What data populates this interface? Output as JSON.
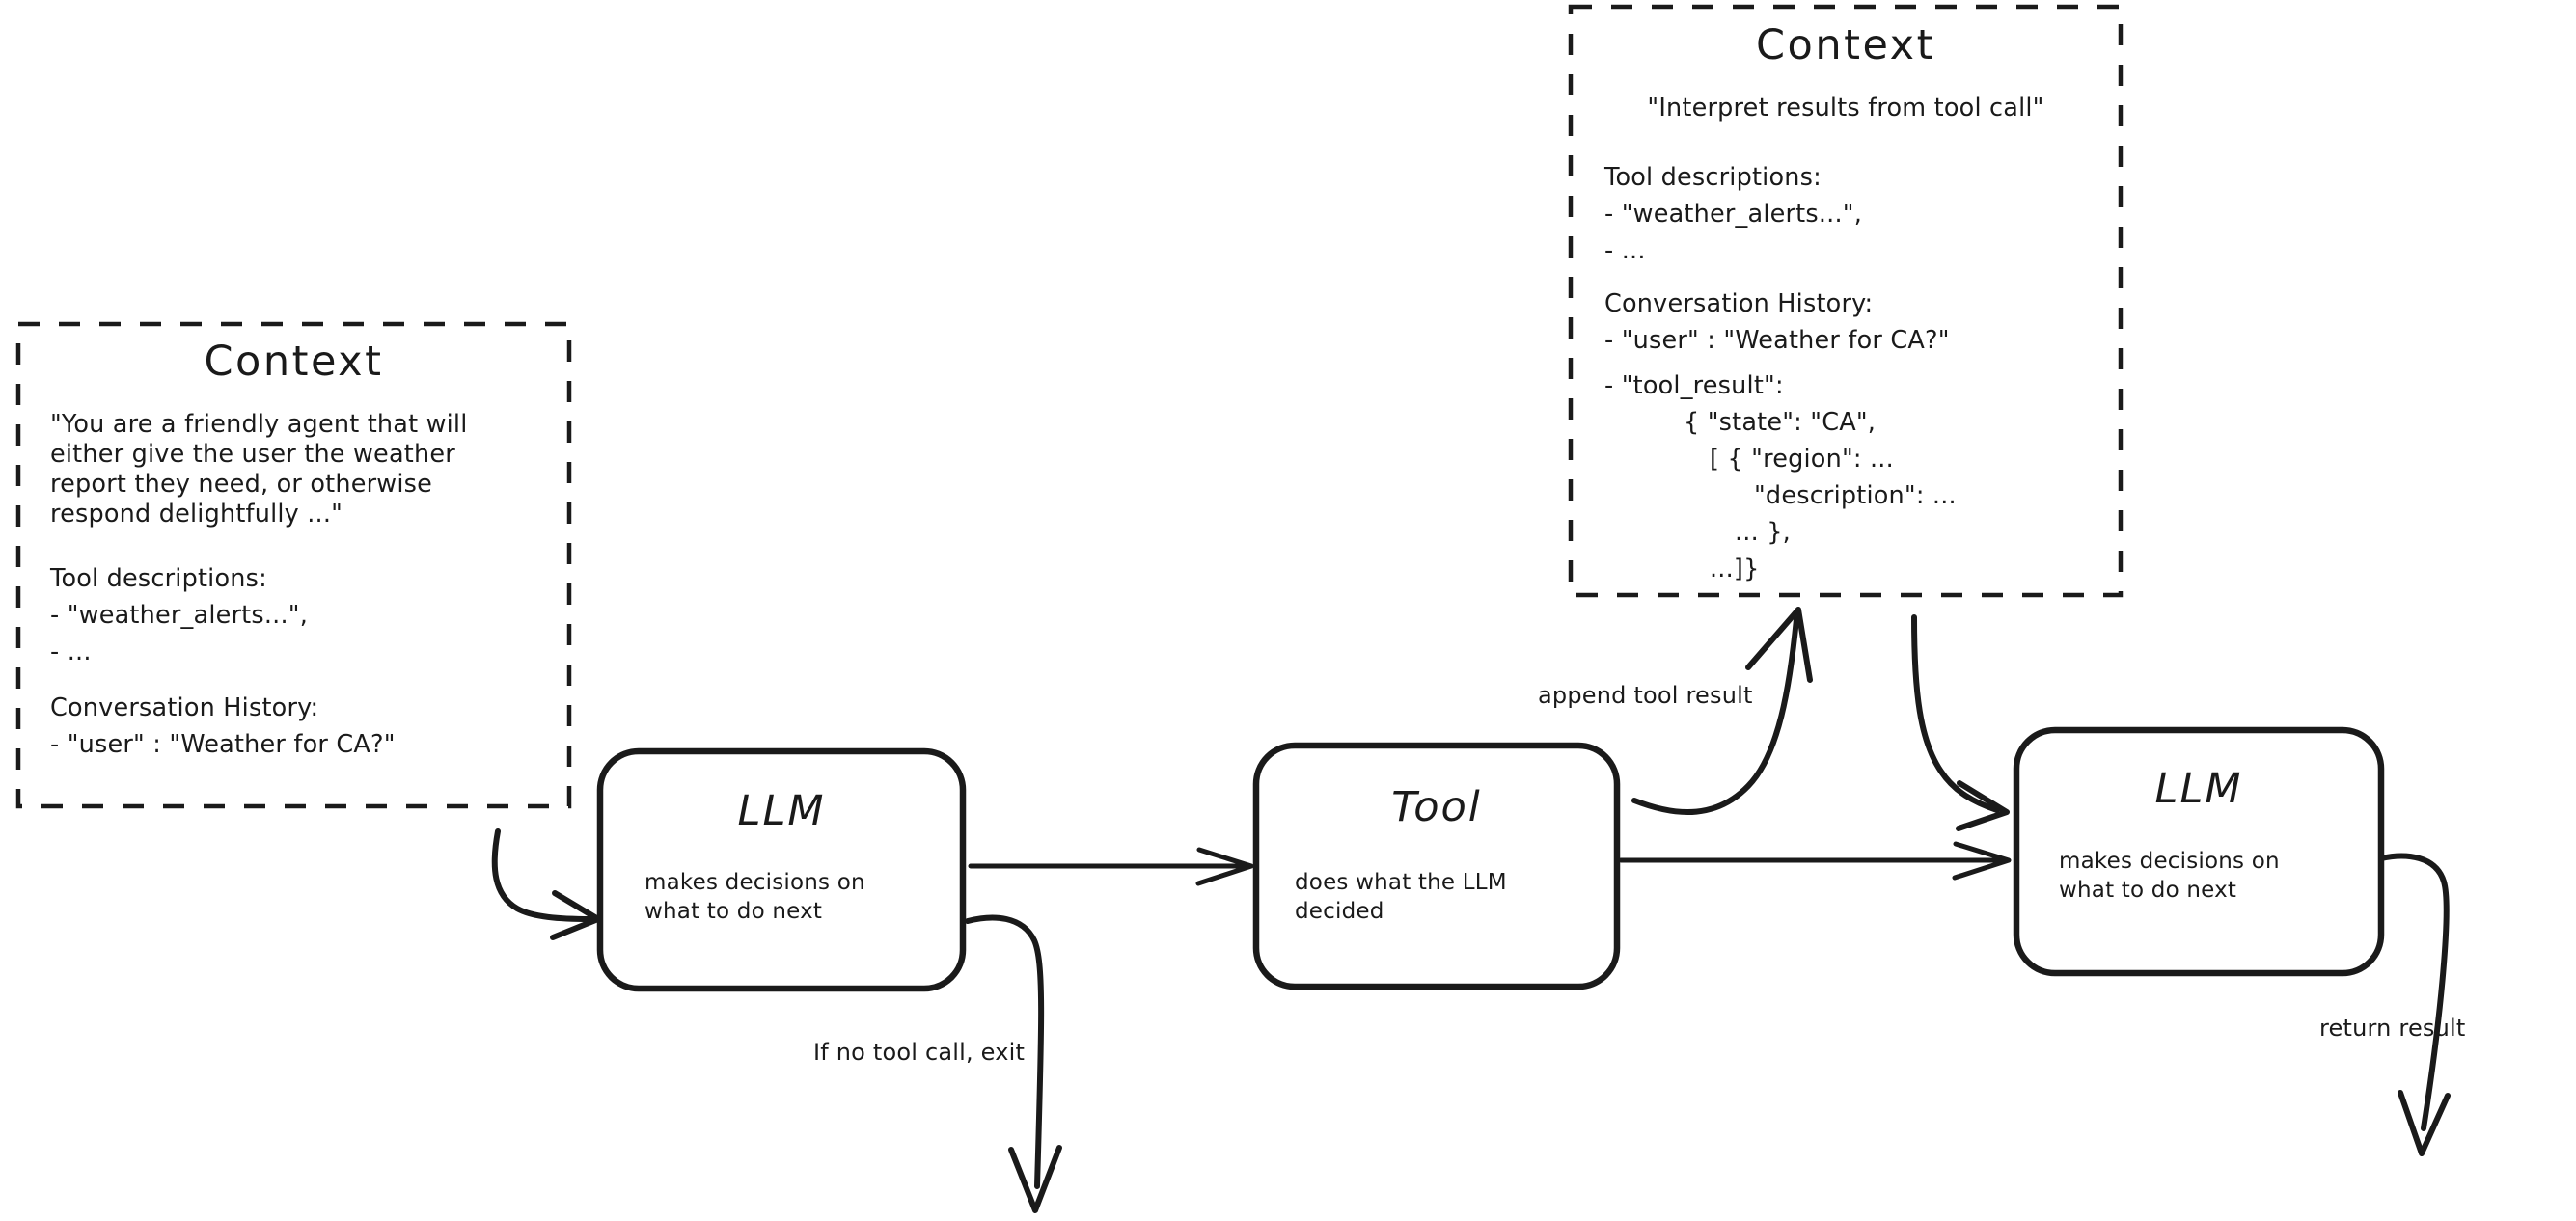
{
  "diagram": {
    "title": "LLM agent loop with tool calling",
    "background_color": "#ffffff",
    "ink_color": "#1a1a1a"
  },
  "context_left": {
    "title": "Context",
    "paragraph": "\"You are a friendly agent that will\neither give the user the weather\nreport they need, or otherwise\nrespond delightfully ...\"",
    "tool_heading": "Tool descriptions:",
    "tool_item_1": "- \"weather_alerts...\",",
    "tool_item_2": "- ...",
    "history_heading": "Conversation History:",
    "history_item_1": "- \"user\" : \"Weather for CA?\""
  },
  "context_right": {
    "title": "Context",
    "paragraph": "\"Interpret results from tool call\"",
    "tool_heading": "Tool descriptions:",
    "tool_item_1": "- \"weather_alerts...\",",
    "tool_item_2": "- ...",
    "history_heading": "Conversation History:",
    "history_item_1": "- \"user\" : \"Weather for CA?\"",
    "history_item_2": "- \"tool_result\":",
    "result_line_1": "{ \"state\": \"CA\",",
    "result_line_2": "[ { \"region\": ...",
    "result_line_3": "\"description\": ...",
    "result_line_4": "... },",
    "result_line_5": "...]}"
  },
  "node_llm_1": {
    "title": "LLM",
    "subtitle": "makes decisions on\nwhat to do next"
  },
  "node_tool": {
    "title": "Tool",
    "subtitle": "does what the LLM\ndecided"
  },
  "node_llm_2": {
    "title": "LLM",
    "subtitle": "makes decisions on\nwhat to do next"
  },
  "edges": {
    "exit_label": "If no tool call, exit",
    "append_label": "append tool result",
    "return_label": "return result"
  }
}
